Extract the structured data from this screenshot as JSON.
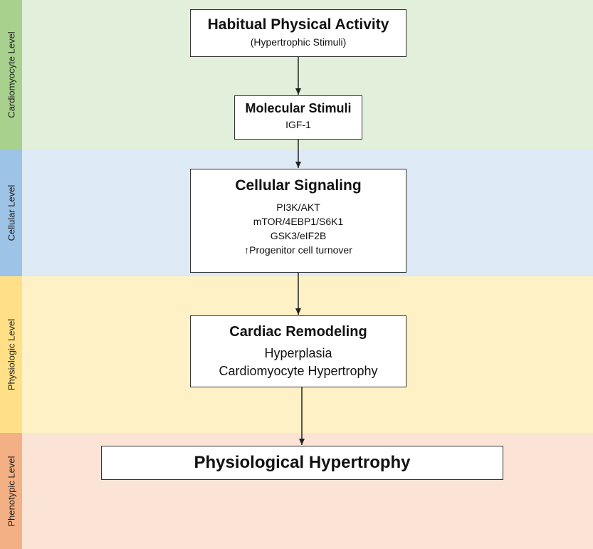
{
  "colors": {
    "cardiomyocyte_band": "#e2efda",
    "cardiomyocyte_label": "#a9d18e",
    "cellular_band": "#dde9f5",
    "cellular_label": "#9dc3e6",
    "physiologic_band": "#fdf1c5",
    "physiologic_label": "#ffe087",
    "phenotypic_band": "#fbe3d6",
    "phenotypic_label": "#f3b084",
    "box_border": "#333333",
    "arrow": "#222222"
  },
  "levels": {
    "cardiomyocyte": "Cardiomyocyte Level",
    "cellular": "Cellular Level",
    "physiologic": "Physiologic Level",
    "phenotypic": "Phenotypic Level"
  },
  "boxes": {
    "activity": {
      "title": "Habitual Physical Activity",
      "subtitle": "(Hypertrophic Stimuli)"
    },
    "molecular": {
      "title": "Molecular Stimuli",
      "line1": "IGF-1"
    },
    "signaling": {
      "title": "Cellular Signaling",
      "line1": "PI3K/AKT",
      "line2": "mTOR/4EBP1/S6K1",
      "line3": "GSK3/eIF2B",
      "line4": "↑Progenitor cell turnover"
    },
    "remodeling": {
      "title": "Cardiac Remodeling",
      "line1": "Hyperplasia",
      "line2": "Cardiomyocyte Hypertrophy"
    },
    "outcome": {
      "title": "Physiological Hypertrophy"
    }
  }
}
